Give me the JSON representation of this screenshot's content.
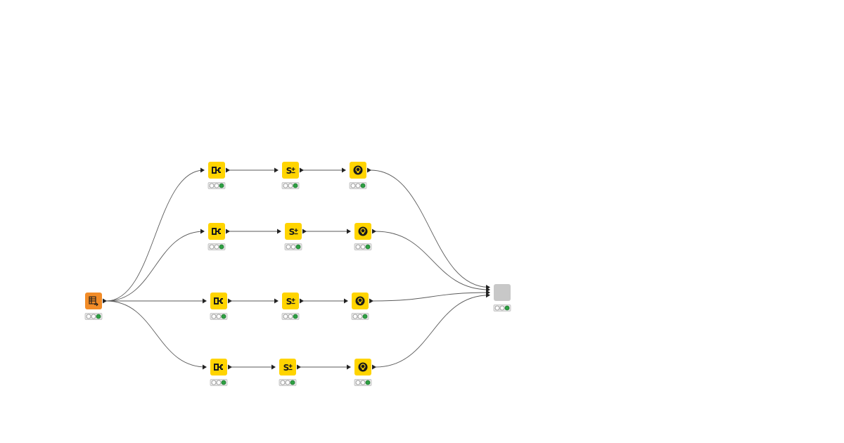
{
  "workflow": {
    "colors": {
      "source": "#f28c28",
      "learner": "#ffd400",
      "sink": "#c8c8c8",
      "connection": "#5a5a5a",
      "status_on": "#2ea043"
    },
    "nodes": [
      {
        "id": "source",
        "kind": "source",
        "icon": "table-reader-icon",
        "status": "executed"
      },
      {
        "id": "p1",
        "kind": "learner",
        "icon": "partition-icon",
        "status": "executed"
      },
      {
        "id": "l1",
        "kind": "learner",
        "icon": "s-plus-icon",
        "status": "executed"
      },
      {
        "id": "x1",
        "kind": "learner",
        "icon": "bulb-icon",
        "status": "executed"
      },
      {
        "id": "p2",
        "kind": "learner",
        "icon": "partition-icon",
        "status": "executed"
      },
      {
        "id": "l2",
        "kind": "learner",
        "icon": "s-plus-icon",
        "status": "executed"
      },
      {
        "id": "x2",
        "kind": "learner",
        "icon": "bulb-icon",
        "status": "executed"
      },
      {
        "id": "p3",
        "kind": "learner",
        "icon": "partition-icon",
        "status": "executed"
      },
      {
        "id": "l3",
        "kind": "learner",
        "icon": "s-plus-icon",
        "status": "executed"
      },
      {
        "id": "x3",
        "kind": "learner",
        "icon": "bulb-icon",
        "status": "executed"
      },
      {
        "id": "p4",
        "kind": "learner",
        "icon": "partition-icon",
        "status": "executed"
      },
      {
        "id": "l4",
        "kind": "learner",
        "icon": "s-plus-icon",
        "status": "executed"
      },
      {
        "id": "x4",
        "kind": "learner",
        "icon": "bulb-icon",
        "status": "executed"
      },
      {
        "id": "sink",
        "kind": "sink",
        "icon": "blank-icon",
        "status": "executed"
      }
    ],
    "connections": [
      [
        "source",
        "p1"
      ],
      [
        "source",
        "p2"
      ],
      [
        "source",
        "p3"
      ],
      [
        "source",
        "p4"
      ],
      [
        "p1",
        "l1"
      ],
      [
        "l1",
        "x1"
      ],
      [
        "x1",
        "sink"
      ],
      [
        "p2",
        "l2"
      ],
      [
        "l2",
        "x2"
      ],
      [
        "x2",
        "sink"
      ],
      [
        "p3",
        "l3"
      ],
      [
        "l3",
        "x3"
      ],
      [
        "x3",
        "sink"
      ],
      [
        "p4",
        "l4"
      ],
      [
        "l4",
        "x4"
      ],
      [
        "x4",
        "sink"
      ]
    ]
  }
}
